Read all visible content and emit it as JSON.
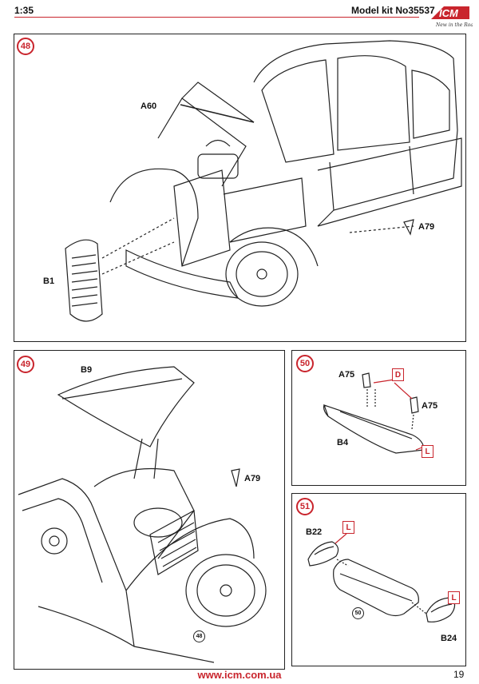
{
  "header": {
    "scale": "1:35",
    "model": "Model kit No35537",
    "logo_text": "ICM",
    "logo_tagline": "New in the Road",
    "accent_color": "#c9252d"
  },
  "steps": [
    {
      "number": "48",
      "labels": [
        "A60",
        "A79",
        "B1"
      ]
    },
    {
      "number": "49",
      "labels": [
        "B9",
        "A79"
      ],
      "ref": "48"
    },
    {
      "number": "50",
      "labels": [
        "A75",
        "A75",
        "B4"
      ],
      "tags": [
        "D",
        "L"
      ]
    },
    {
      "number": "51",
      "labels": [
        "B22",
        "B24"
      ],
      "tags": [
        "L",
        "L"
      ],
      "ref": "50"
    }
  ],
  "footer": {
    "url": "www.icm.com.ua",
    "page": "19"
  }
}
